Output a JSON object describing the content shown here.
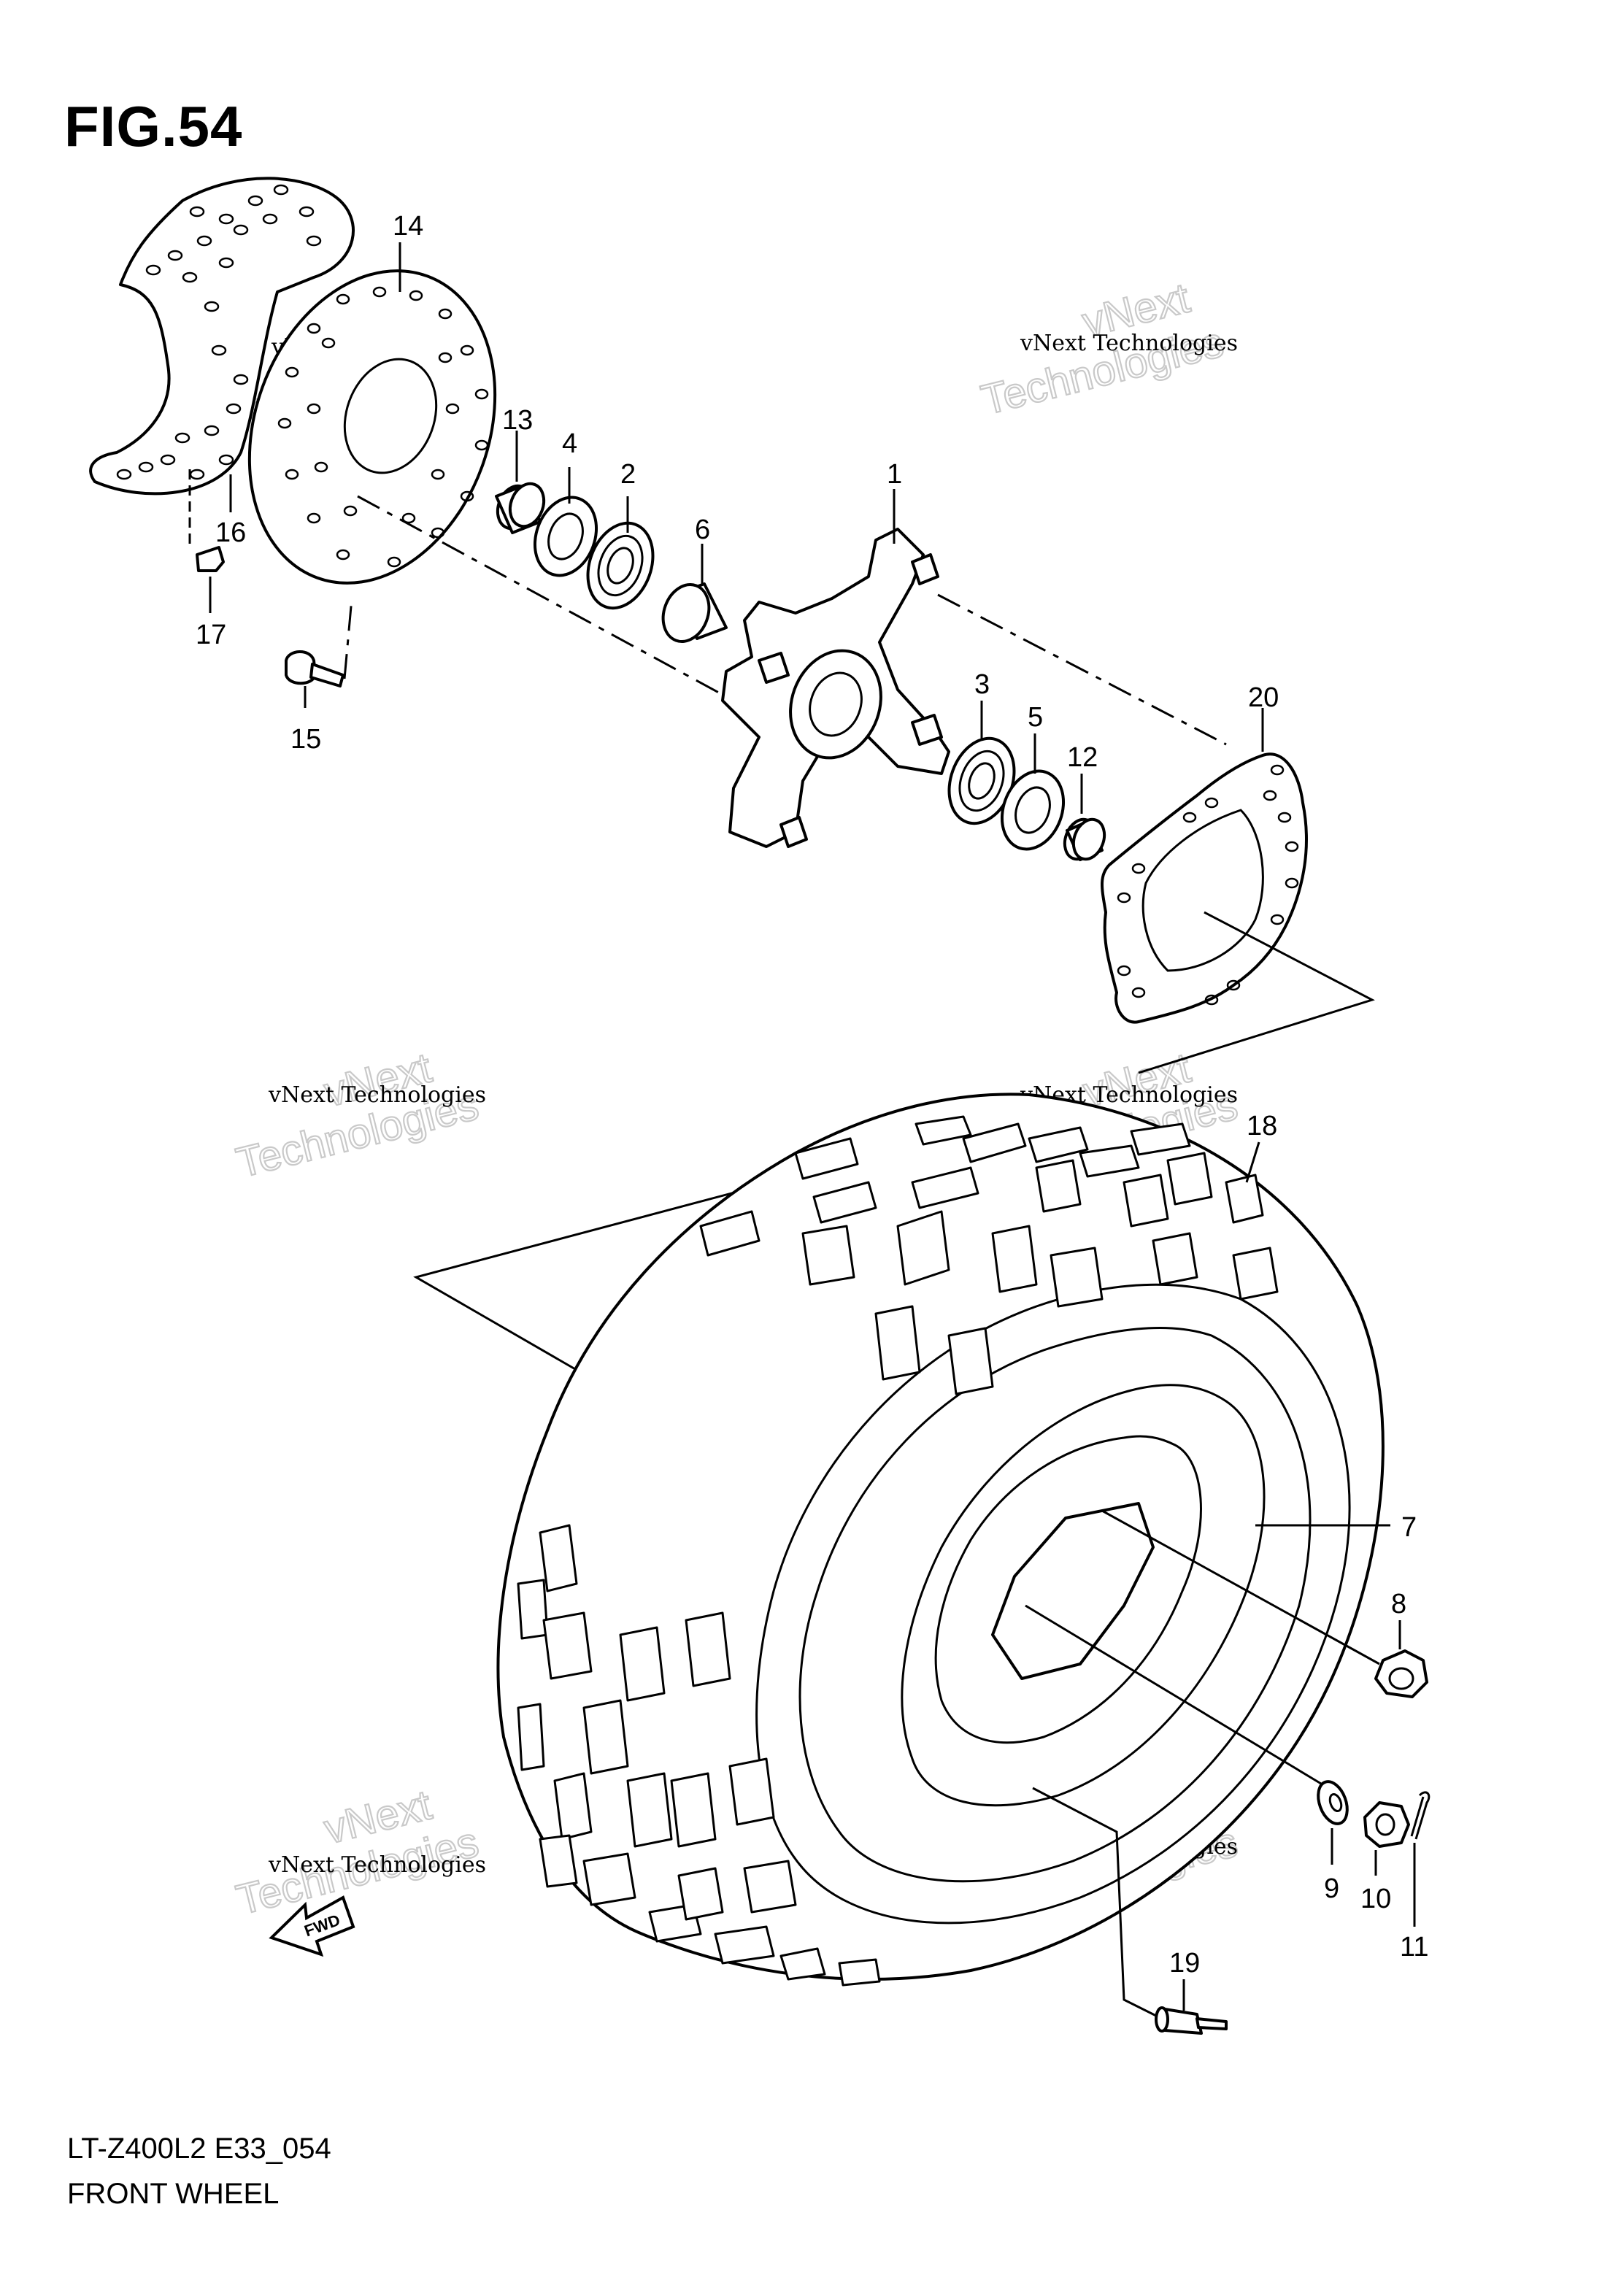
{
  "figure": {
    "title": "FIG.54"
  },
  "footer": {
    "model_code": "LT-Z400L2 E33_054",
    "section_name": "FRONT WHEEL"
  },
  "watermark": {
    "line1": "vNext Technologies",
    "outline_top": "vNext",
    "outline_bottom": "Technologies"
  },
  "fwd_arrow": {
    "label": "FWD"
  },
  "callouts": {
    "p1": "1",
    "p2": "2",
    "p3": "3",
    "p4": "4",
    "p5": "5",
    "p6": "6",
    "p7": "7",
    "p8": "8",
    "p9": "9",
    "p10": "10",
    "p11": "11",
    "p12": "12",
    "p13": "13",
    "p14": "14",
    "p15": "15",
    "p16": "16",
    "p17": "17",
    "p18": "18",
    "p19": "19",
    "p20": "20"
  },
  "colors": {
    "line": "#000000",
    "background": "#ffffff",
    "watermark": "#c9c9c9"
  }
}
